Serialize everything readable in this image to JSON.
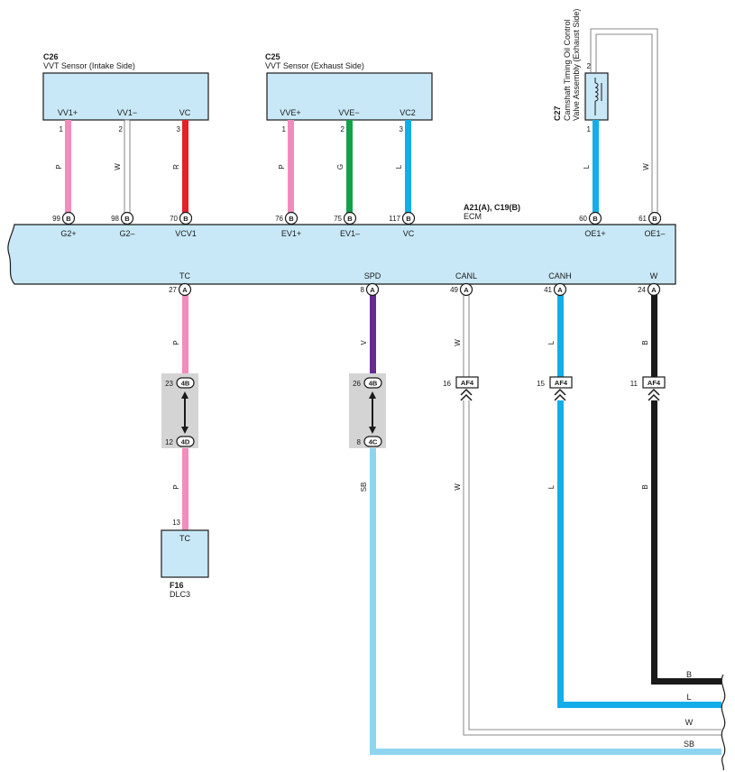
{
  "connectors": {
    "c26": {
      "code": "C26",
      "name": "VVT Sensor (Intake Side)",
      "pins": [
        "VV1+",
        "VV1−",
        "VC"
      ],
      "pin_numbers": [
        "1",
        "2",
        "3"
      ]
    },
    "c25": {
      "code": "C25",
      "name": "VVT Sensor (Exhaust Side)",
      "pins": [
        "VVE+",
        "VVE−",
        "VC2"
      ],
      "pin_numbers": [
        "1",
        "2",
        "3"
      ]
    },
    "c27": {
      "code": "C27",
      "name_line1": "Camshaft Timing Oil Control",
      "name_line2": "Valve Assembly (Exhaust Side)",
      "pin_numbers": [
        "2",
        "1"
      ]
    },
    "f16": {
      "code": "F16",
      "name": "DLC3",
      "pin": "TC",
      "pin_number": "13"
    }
  },
  "ecm": {
    "code": "A21(A), C19(B)",
    "name": "ECM",
    "top_pins": [
      {
        "number": "99",
        "conn": "B",
        "label": "G2+"
      },
      {
        "number": "98",
        "conn": "B",
        "label": "G2–"
      },
      {
        "number": "70",
        "conn": "B",
        "label": "VCV1"
      },
      {
        "number": "76",
        "conn": "B",
        "label": "EV1+"
      },
      {
        "number": "75",
        "conn": "B",
        "label": "EV1–"
      },
      {
        "number": "117",
        "conn": "B",
        "label": "VC"
      },
      {
        "number": "60",
        "conn": "B",
        "label": "OE1+"
      },
      {
        "number": "61",
        "conn": "B",
        "label": "OE1–"
      }
    ],
    "bottom_pins": [
      {
        "number": "27",
        "conn": "A",
        "label": "TC"
      },
      {
        "number": "8",
        "conn": "A",
        "label": "SPD"
      },
      {
        "number": "49",
        "conn": "A",
        "label": "CANL"
      },
      {
        "number": "41",
        "conn": "A",
        "label": "CANH"
      },
      {
        "number": "24",
        "conn": "A",
        "label": "W"
      }
    ]
  },
  "junctions": {
    "tc_top": {
      "number": "23",
      "conn": "4B"
    },
    "tc_bottom": {
      "number": "12",
      "conn": "4D"
    },
    "spd_top": {
      "number": "26",
      "conn": "4B"
    },
    "spd_bottom": {
      "number": "8",
      "conn": "4C"
    },
    "canl": {
      "number": "16",
      "conn": "AF4"
    },
    "canh": {
      "number": "15",
      "conn": "AF4"
    },
    "w": {
      "number": "11",
      "conn": "AF4"
    }
  },
  "wires": {
    "vv1p": "P",
    "vv1m": "W",
    "vc": "R",
    "vvep": "P",
    "vvem": "G",
    "vc2": "L",
    "oe1p": "L",
    "oe1m": "W",
    "tc_upper": "P",
    "tc_lower": "P",
    "spd_upper": "V",
    "spd_lower": "SB",
    "canl_upper": "W",
    "canl_lower": "W",
    "canh_upper": "L",
    "canh_lower": "L",
    "w_upper": "B",
    "w_lower": "B"
  },
  "exits": {
    "b": "B",
    "l": "L",
    "w": "W",
    "sb": "SB"
  },
  "colors": {
    "connector_fill": "#c8e8f7",
    "pink": "#f28cbc",
    "red": "#e3212b",
    "green": "#12a14a",
    "blue": "#13aee8",
    "light_blue": "#8fd5f2",
    "violet": "#6a2b8f",
    "black": "#1a1a1a",
    "junction_box": "#d4d4d4"
  }
}
